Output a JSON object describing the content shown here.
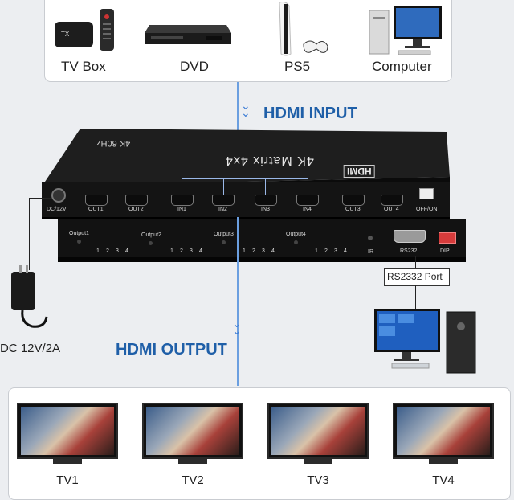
{
  "input_devices": [
    {
      "label": "TV Box",
      "icon": "tv-box-icon"
    },
    {
      "label": "DVD",
      "icon": "dvd-player-icon"
    },
    {
      "label": "PS5",
      "icon": "ps5-console-icon"
    },
    {
      "label": "Computer",
      "icon": "desktop-computer-icon"
    }
  ],
  "hdmi_input_label": "HDMI INPUT",
  "hdmi_output_label": "HDMI OUTPUT",
  "device": {
    "top_title": "4K Matrix 4x4",
    "top_sub": "4K 60Hz",
    "brand": "HDMI",
    "front_ports": {
      "dc": "DC/12V",
      "out1": "OUT1",
      "out2": "OUT2",
      "in1": "IN1",
      "in2": "IN2",
      "in3": "IN3",
      "in4": "IN4",
      "out3": "OUT3",
      "out4": "OUT4",
      "switch": "OFF/ON"
    },
    "side_panel": {
      "output1": "Output1",
      "output2": "Output2",
      "output3": "Output3",
      "output4": "Output4",
      "nums": [
        "1",
        "2",
        "3",
        "4"
      ],
      "ir": "IR",
      "rs232": "RS232",
      "dip": "DIP"
    }
  },
  "rs232_port_label": "RS2332 Port",
  "power_label": "DC 12V/2A",
  "output_tvs": [
    {
      "label": "TV1"
    },
    {
      "label": "TV2"
    },
    {
      "label": "TV3"
    },
    {
      "label": "TV4"
    }
  ],
  "colors": {
    "accent_blue": "#1f5fa8",
    "device_body": "#1a1a1a",
    "connector_line": "#3a7bd5"
  }
}
